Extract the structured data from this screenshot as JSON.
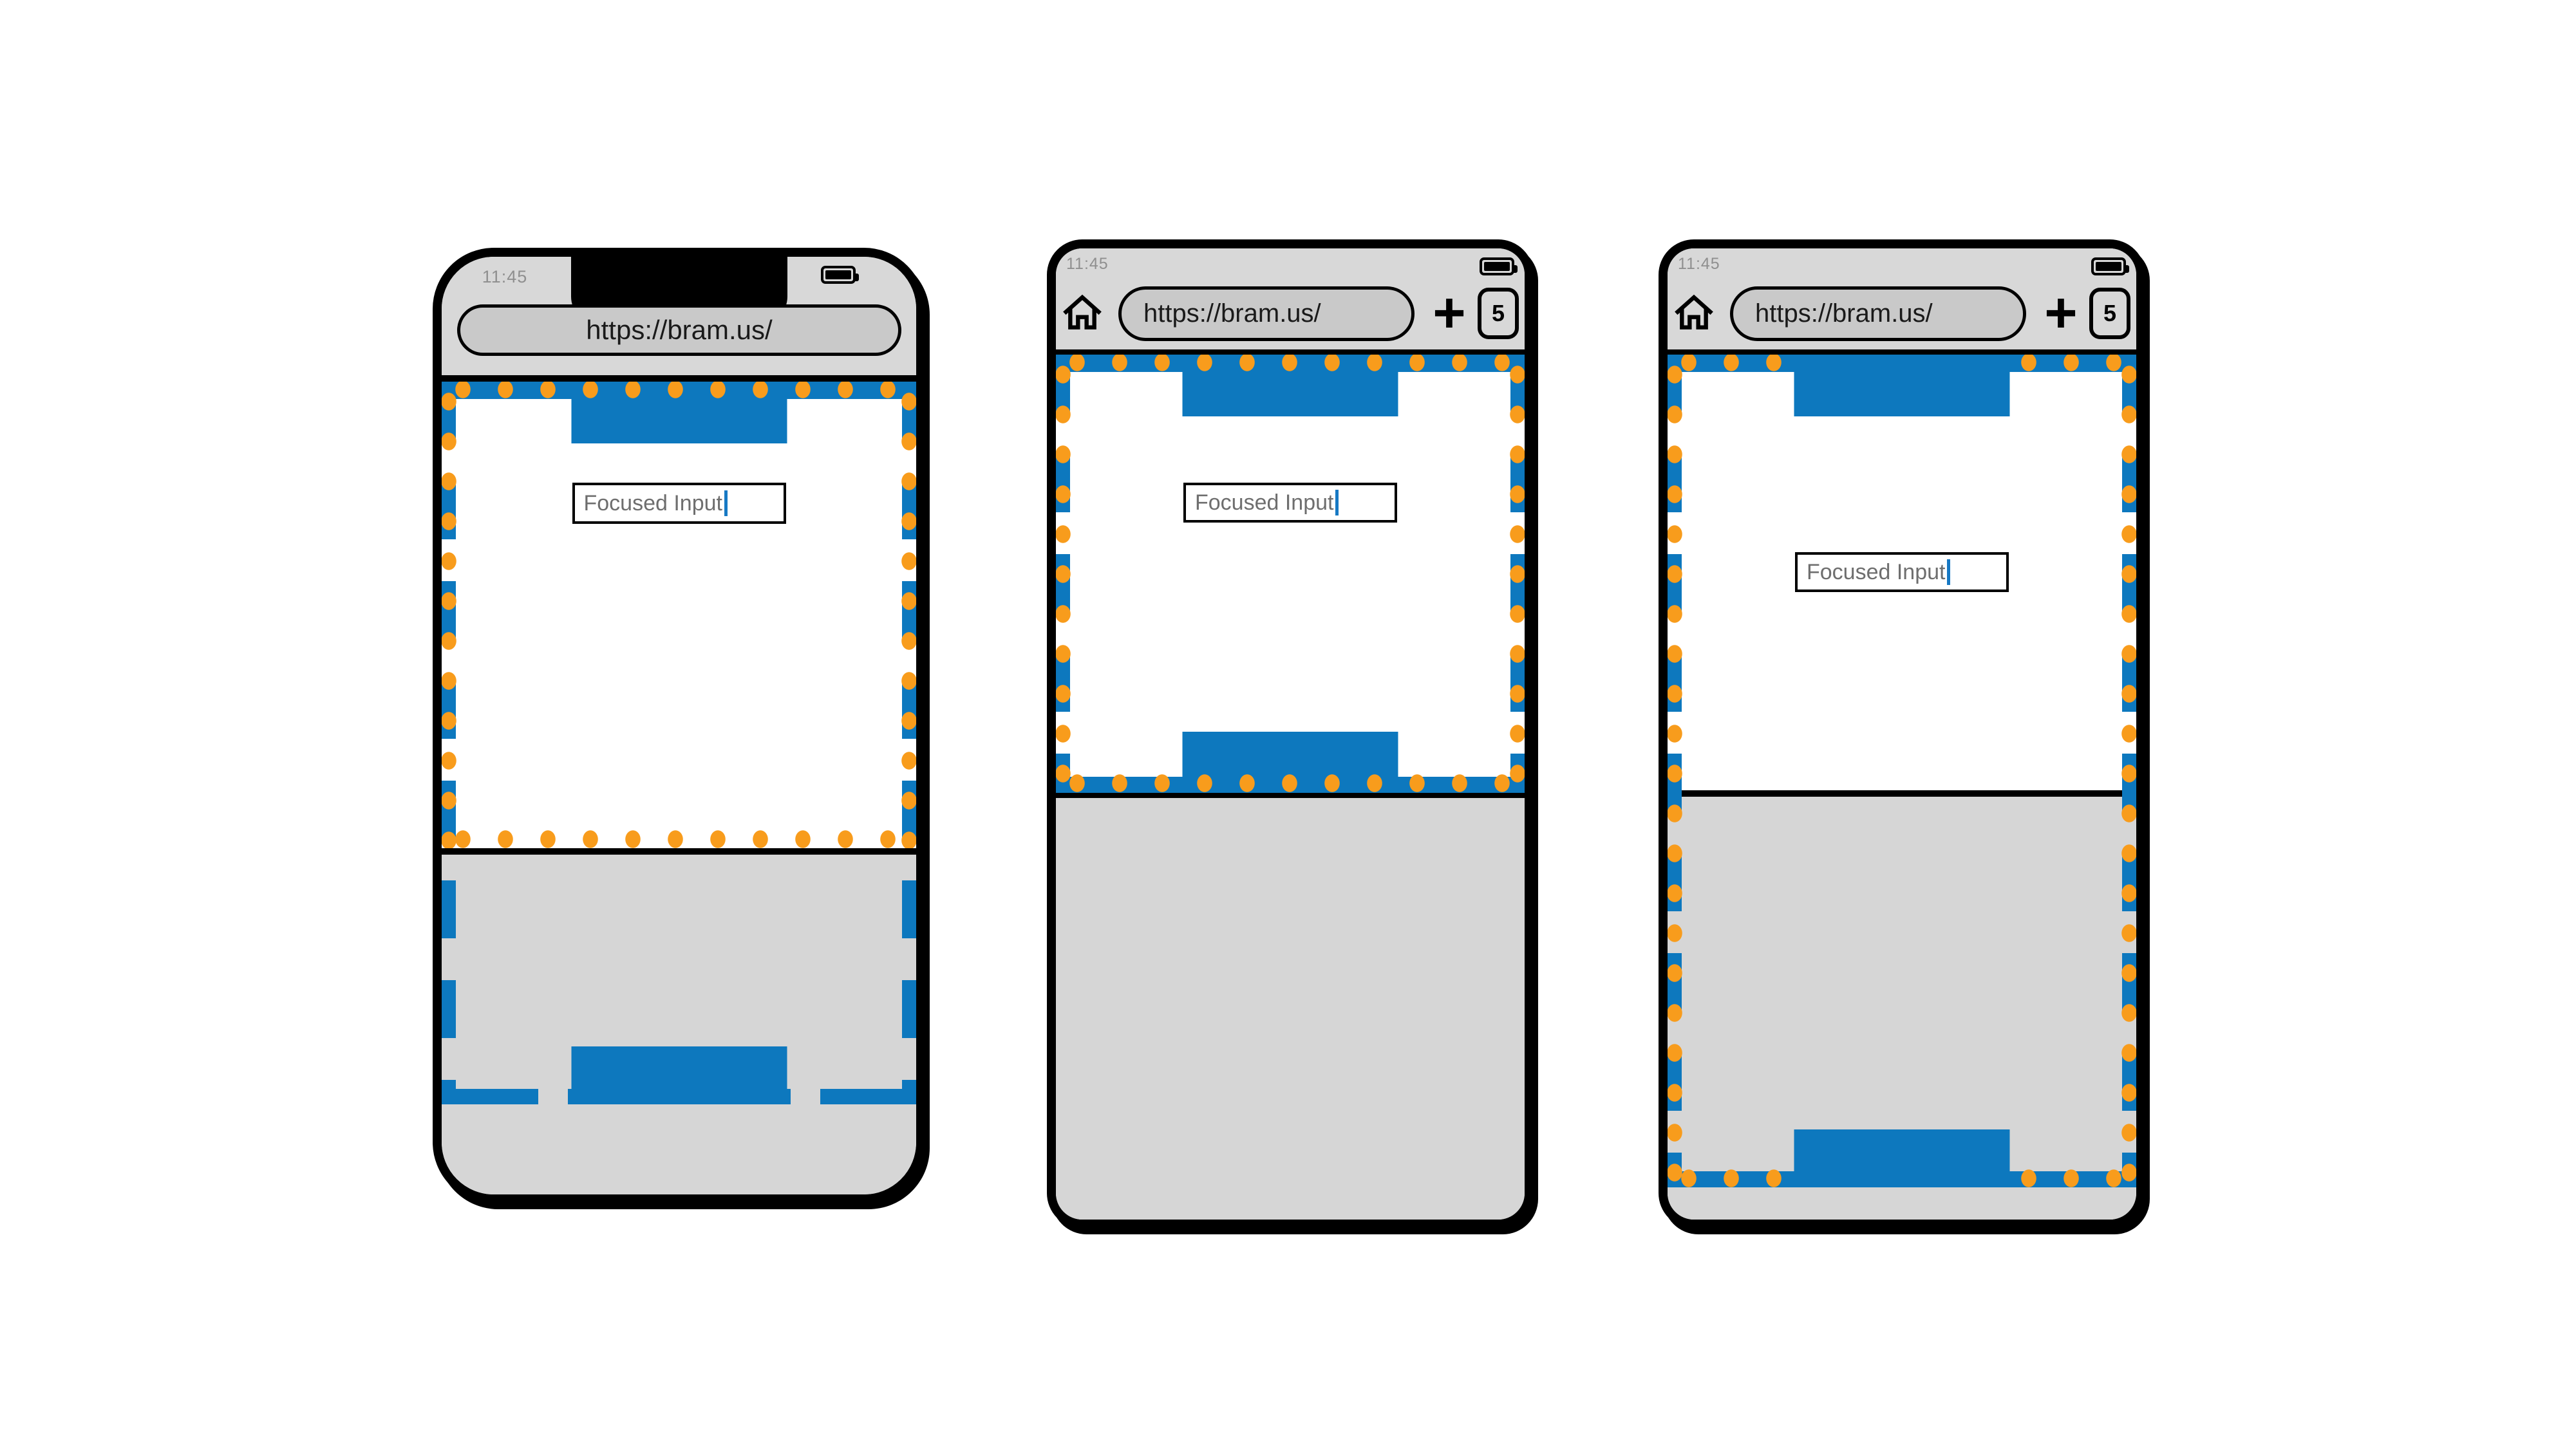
{
  "colors": {
    "layout_viewport_border": "#0d78be",
    "visual_viewport_dots": "#f89c1c",
    "fixed_block_fill": "#0d78be",
    "browser_chrome": "#d8d8d8",
    "url_pill": "#c9c9c9",
    "keyboard_area": "#d6d6d6",
    "frame": "#000000",
    "text_caret": "#1779c4"
  },
  "phones": [
    {
      "kind": "ios-browser",
      "status": {
        "time": "11:45",
        "battery_icon": "battery-icon"
      },
      "address_bar": {
        "url": "https://bram.us/"
      },
      "page": {
        "input_value": "Focused Input"
      }
    },
    {
      "kind": "android-browser",
      "status": {
        "time": "11:45",
        "battery_icon": "battery-icon"
      },
      "toolbar": {
        "home_icon": "home-icon",
        "url": "https://bram.us/",
        "new_tab_label": "+",
        "tab_count": "5"
      },
      "page": {
        "input_value": "Focused Input"
      }
    },
    {
      "kind": "android-browser",
      "status": {
        "time": "11:45",
        "battery_icon": "battery-icon"
      },
      "toolbar": {
        "home_icon": "home-icon",
        "url": "https://bram.us/",
        "new_tab_label": "+",
        "tab_count": "5"
      },
      "page": {
        "input_value": "Focused Input"
      }
    }
  ]
}
